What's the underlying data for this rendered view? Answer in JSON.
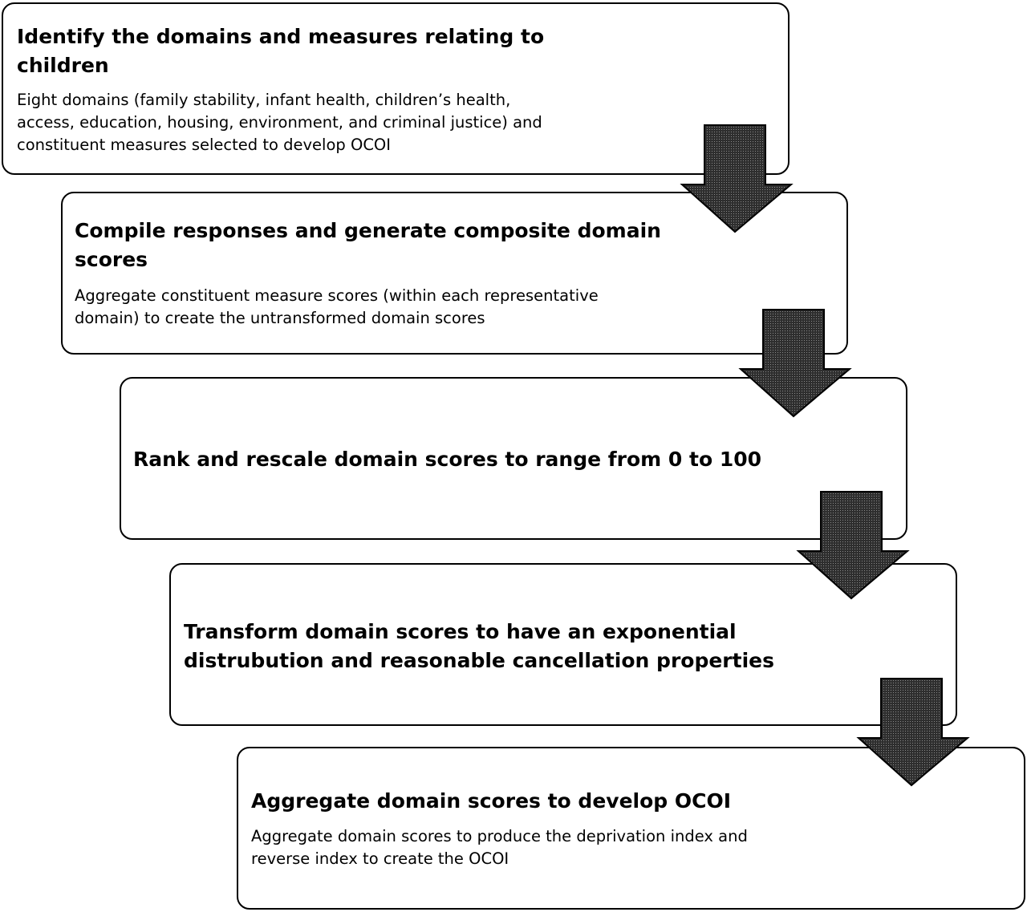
{
  "steps": [
    {
      "title": "Identify the domains and measures relating to\nchildren",
      "description": "Eight domains (family stability, infant health, children’s health,\naccess, education, housing, environment, and criminal justice) and\nconstituent measures selected to develop OCOI"
    },
    {
      "title": "Compile responses and generate composite domain\nscores",
      "description": "Aggregate constituent measure scores (within each representative\ndomain) to create the untransformed domain scores"
    },
    {
      "title": "Rank and rescale domain scores to range from 0 to 100",
      "description": ""
    },
    {
      "title": "Transform domain scores to have an exponential\ndistrubution and reasonable cancellation properties",
      "description": ""
    },
    {
      "title": "Aggregate domain scores to develop OCOI",
      "description": "Aggregate domain scores to produce the deprivation index and\nreverse index to create the OCOI"
    }
  ],
  "arrow_style": {
    "fill": "#3a3a3a",
    "stroke": "#000000"
  }
}
